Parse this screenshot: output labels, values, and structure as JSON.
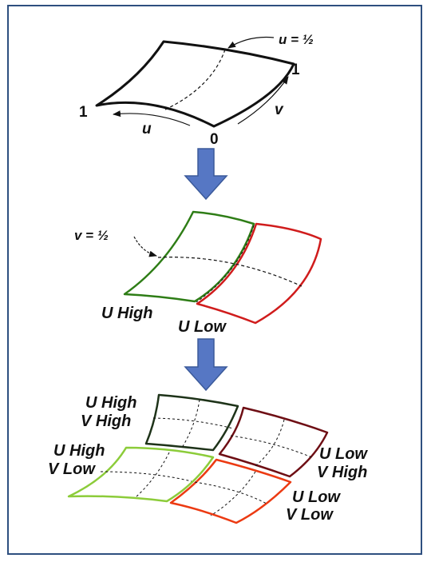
{
  "top_surface": {
    "label_u_half": "u = ½",
    "label_v": "v",
    "label_u": "u",
    "corner_one_left": "1",
    "corner_one_right": "1",
    "corner_zero": "0"
  },
  "middle_surface": {
    "label_v_half": "v = ½",
    "label_u_high": "U High",
    "label_u_low": "U Low"
  },
  "bottom_surface": {
    "label_uh_vh_line1": "U High",
    "label_uh_vh_line2": "V High",
    "label_uh_vl_line1": "U High",
    "label_uh_vl_line2": "V Low",
    "label_ul_vh_line1": "U Low",
    "label_ul_vh_line2": "V High",
    "label_ul_vl_line1": "U Low",
    "label_ul_vl_line2": "V Low"
  },
  "colors": {
    "frame": "#2e4f7f",
    "arrow_fill": "#5677c4",
    "arrow_stroke": "#3b5a9a",
    "u_high": "#2e7d16",
    "u_low": "#d01c1c",
    "u_high_v_high": "#1e3319",
    "u_high_v_low": "#8ccc3a",
    "u_low_v_high": "#6e0e14",
    "u_low_v_low": "#ec3a12"
  }
}
